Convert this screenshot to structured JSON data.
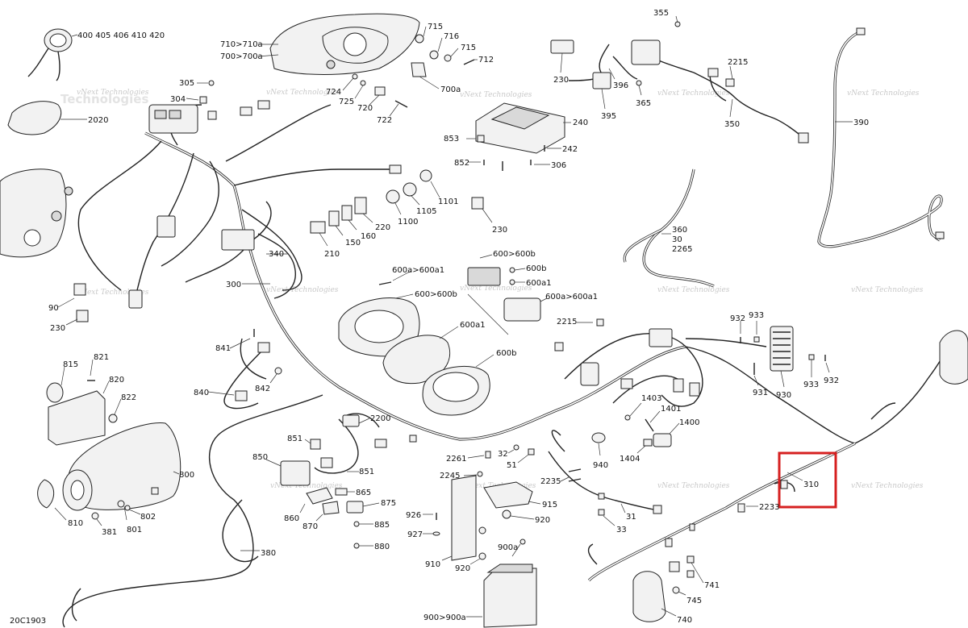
{
  "diagram_code": "20C1903",
  "highlight_color": "#d62020",
  "highlighted_part": "310",
  "watermark_line1": "vNext Technologies",
  "watermark_line2": "Technologies",
  "callouts": {
    "c400": "400 405 406 410 420",
    "c2020": "2020",
    "c305": "305",
    "c304": "304",
    "c710": "710>710a",
    "c700": "700>700a",
    "c715a": "715",
    "c716": "716",
    "c715b": "715",
    "c712": "712",
    "c700a": "700a",
    "c724": "724",
    "c725": "725",
    "c720": "720",
    "c722": "722",
    "c230a": "230",
    "c396": "396",
    "c365": "365",
    "c395": "395",
    "c355": "355",
    "c2215a": "2215",
    "c350": "350",
    "c390": "390",
    "c853": "853",
    "c852": "852",
    "c240": "240",
    "c242": "242",
    "c306": "306",
    "c1101": "1101",
    "c1105": "1105",
    "c1100": "1100",
    "c230b": "230",
    "c220": "220",
    "c160": "160",
    "c150": "150",
    "c210": "210",
    "c340": "340",
    "c300": "300",
    "c360": "360",
    "c30": "30",
    "c2265": "2265",
    "c600a600a1": "600a>600a1",
    "c600600b": "600>600b",
    "c600b1": "600b",
    "c600a1a": "600a1",
    "c600a600a1b": "600a>600a1",
    "c600600b2": "600>600b",
    "c600a1b": "600a1",
    "c600b2": "600b",
    "c90": "90",
    "c230c": "230",
    "c841": "841",
    "c840": "840",
    "c842": "842",
    "c815": "815",
    "c821": "821",
    "c820": "820",
    "c822": "822",
    "c800": "800",
    "c810": "810",
    "c381": "381",
    "c801": "801",
    "c802": "802",
    "c380": "380",
    "c2215b": "2215",
    "c932a": "932",
    "c933a": "933",
    "c930": "930",
    "c931": "931",
    "c933b": "933",
    "c932b": "932",
    "c1403": "1403",
    "c1401": "1401",
    "c1400": "1400",
    "c1404": "1404",
    "c940": "940",
    "c2200": "2200",
    "c851a": "851",
    "c850": "850",
    "c851b": "851",
    "c865": "865",
    "c875": "875",
    "c860": "860",
    "c870": "870",
    "c885": "885",
    "c880": "880",
    "c2261": "2261",
    "c32": "32",
    "c51": "51",
    "c2245": "2245",
    "c2235": "2235",
    "c915": "915",
    "c920a": "920",
    "c31": "31",
    "c33": "33",
    "c926": "926",
    "c927": "927",
    "c910": "910",
    "c920b": "920",
    "c900a": "900a",
    "c900": "900>900a",
    "c310": "310",
    "c2233": "2233",
    "c741": "741",
    "c745": "745",
    "c740": "740"
  }
}
